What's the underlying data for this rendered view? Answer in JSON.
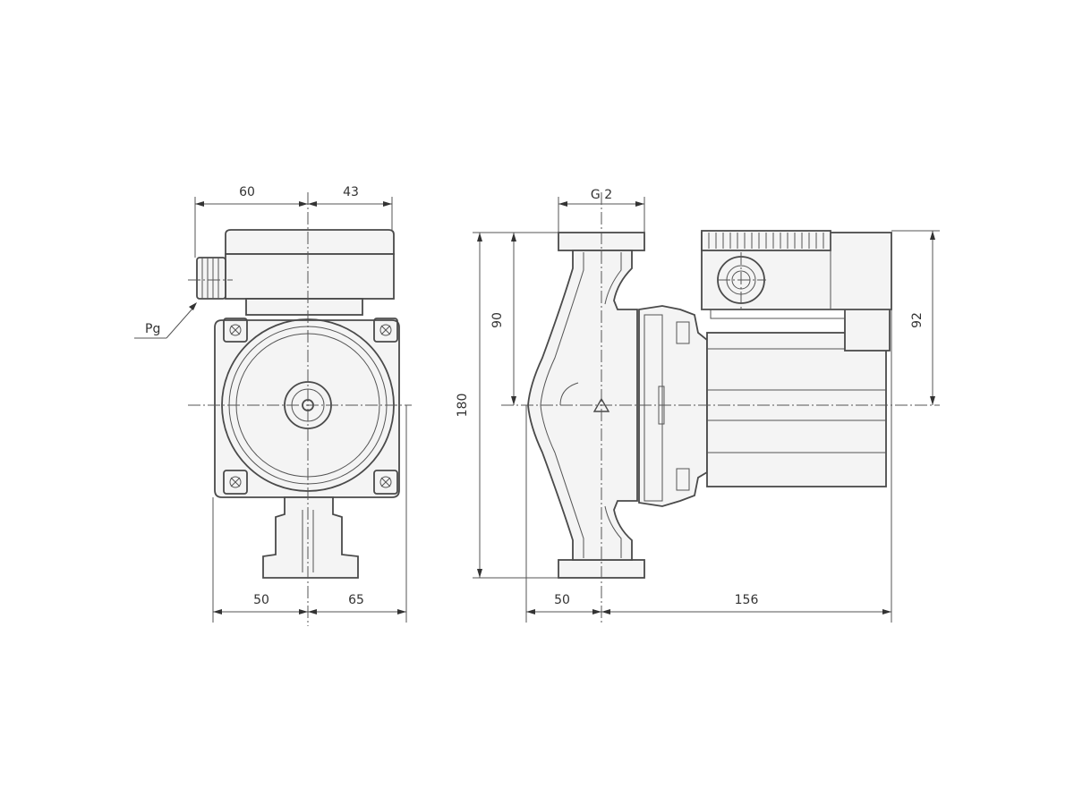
{
  "dimensions": {
    "front_top_left": "60",
    "front_top_right": "43",
    "front_bottom_left": "50",
    "front_bottom_right": "65",
    "cable_entry": "Pg",
    "side_top_connection": "G 2",
    "side_height_total": "180",
    "side_height_half": "90",
    "side_motor_height": "92",
    "side_bottom_left": "50",
    "side_bottom_right": "156"
  }
}
